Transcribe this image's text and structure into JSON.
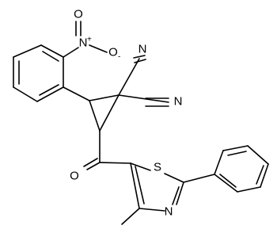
{
  "molecule": {
    "atoms": {
      "n_nitro": "N",
      "n_plus": "+",
      "o_nitro": "O",
      "o_minus": "-",
      "n_nitrile1": "N",
      "n_nitrile2": "N",
      "o_carbonyl": "O",
      "s_thiazole": "S",
      "n_thiazole": "N"
    }
  }
}
